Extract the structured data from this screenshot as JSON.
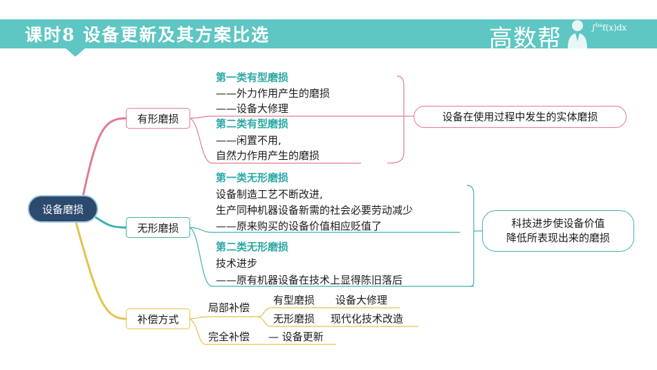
{
  "header": {
    "lesson_title": "课时8  设备更新及其方案比选",
    "brand_name": "高数帮",
    "brand_formula": "f(x)dx",
    "brand_limit_top": "b",
    "brand_limit_bottom": "a",
    "colors": {
      "banner": "#5ec6c3",
      "text": "#ffffff"
    }
  },
  "mindmap": {
    "root": "设备磨损",
    "tangible": {
      "label": "有形磨损",
      "color": "#e07b8f",
      "type1_heading": "第一类有型磨损",
      "type1_line1": "——外力作用产生的磨损",
      "type1_line2": "——设备大修理",
      "type2_heading": "第二类有型磨损",
      "type2_line1": "——闲置不用,",
      "type2_line2": "自然力作用产生的磨损",
      "summary": "设备在使用过程中发生的实体磨损"
    },
    "intangible": {
      "label": "无形磨损",
      "color": "#3cb1ad",
      "type1_heading": "第一类无形磨损",
      "type1_line1": "设备制造工艺不断改进,",
      "type1_line2": "生产同种机器设备新需的社会必要劳动减少",
      "type1_line3": "——原来购买的设备价值相应贬值了",
      "type2_heading": "第二类无形磨损",
      "type2_line1": "技术进步",
      "type2_line2": "——原有机器设备在技术上显得陈旧落后",
      "summary_line1": "科技进步使设备价值",
      "summary_line2": "降低所表现出来的磨损"
    },
    "compensation": {
      "label": "补偿方式",
      "color": "#e6c14a",
      "partial": "局部补偿",
      "partial_tangible_type": "有型磨损",
      "partial_tangible_method": "设备大修理",
      "partial_intangible_type": "无形磨损",
      "partial_intangible_method": "现代化技术改造",
      "full": "完全补偿",
      "full_method": "— 设备更新"
    }
  }
}
